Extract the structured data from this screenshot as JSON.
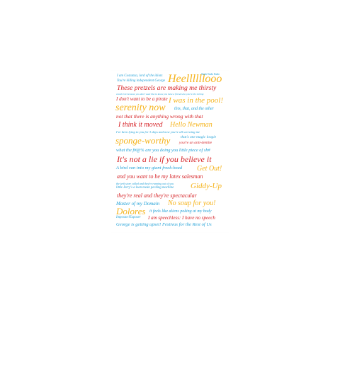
{
  "poster": {
    "quotes": [
      {
        "id": "q1",
        "text": "I am Costanza, lord of the idiots",
        "color": "blue"
      },
      {
        "id": "q2",
        "text": "You're killing independent George",
        "color": "blue"
      },
      {
        "id": "q3",
        "text": "Heellllllooo",
        "color": "yellow"
      },
      {
        "id": "q4",
        "text": "Yada Yada Yada",
        "color": "blue"
      },
      {
        "id": "q5",
        "text": "These pretzels are making me thirsty",
        "color": "red"
      },
      {
        "id": "q6",
        "text": "could it be because you don't want like to know you have a friend who you're the shrimp",
        "color": "blue"
      },
      {
        "id": "q7",
        "text": "I don't want to be a pirate",
        "color": "red"
      },
      {
        "id": "q8",
        "text": "I was in the pool!",
        "color": "yellow"
      },
      {
        "id": "q9",
        "text": "serenity now",
        "color": "yellow"
      },
      {
        "id": "q10",
        "text": "this, that, and the other",
        "color": "blue"
      },
      {
        "id": "q11",
        "text": "not that there is anything wrong with that",
        "color": "red"
      },
      {
        "id": "q12",
        "text": "I think it moved",
        "color": "red"
      },
      {
        "id": "q13",
        "text": "Hello Newman",
        "color": "yellow"
      },
      {
        "id": "q14",
        "text": "I've been lying to you for 3 days and now you're all screwing me",
        "color": "blue"
      },
      {
        "id": "q15",
        "text": "sponge-worthy",
        "color": "yellow"
      },
      {
        "id": "q16",
        "text": "that's one magic loogie",
        "color": "blue"
      },
      {
        "id": "q17",
        "text": "you're an anti-dentite",
        "color": "red"
      },
      {
        "id": "q18",
        "text": "what the f#@% are you doing you little piece of sh#",
        "color": "blue"
      },
      {
        "id": "q19",
        "text": "It's not a lie if you believe it",
        "color": "red"
      },
      {
        "id": "q20",
        "text": "A bird ran into my giant freek-head",
        "color": "blue"
      },
      {
        "id": "q21",
        "text": "Get Out!",
        "color": "yellow"
      },
      {
        "id": "q22",
        "text": "and you want to be my latex salesman",
        "color": "red"
      },
      {
        "id": "q23",
        "text": "the jerk store called and they're running out of you",
        "color": "blue"
      },
      {
        "id": "q24",
        "text": "little Jerry's a lean mean pecking machine",
        "color": "blue"
      },
      {
        "id": "q25",
        "text": "Giddy-Up",
        "color": "yellow"
      },
      {
        "id": "q26",
        "text": "they're real and they're spectacular",
        "color": "red"
      },
      {
        "id": "q27",
        "text": "Master of my Domain",
        "color": "blue"
      },
      {
        "id": "q28",
        "text": "No soup for you!",
        "color": "yellow"
      },
      {
        "id": "q29",
        "text": "Dolores",
        "color": "yellow"
      },
      {
        "id": "q30",
        "text": "it feels like aliens poking at my body",
        "color": "blue"
      },
      {
        "id": "q31",
        "text": "Impostor!Exposer",
        "color": "blue"
      },
      {
        "id": "q32",
        "text": "I am speechless: I have no speech",
        "color": "red"
      },
      {
        "id": "q33",
        "text": "George is getting upset! Festivus for the Rest of Us",
        "color": "blue"
      }
    ],
    "colors": {
      "blue": "#1e9fd6",
      "red": "#d52226",
      "yellow": "#f5b31b"
    }
  }
}
